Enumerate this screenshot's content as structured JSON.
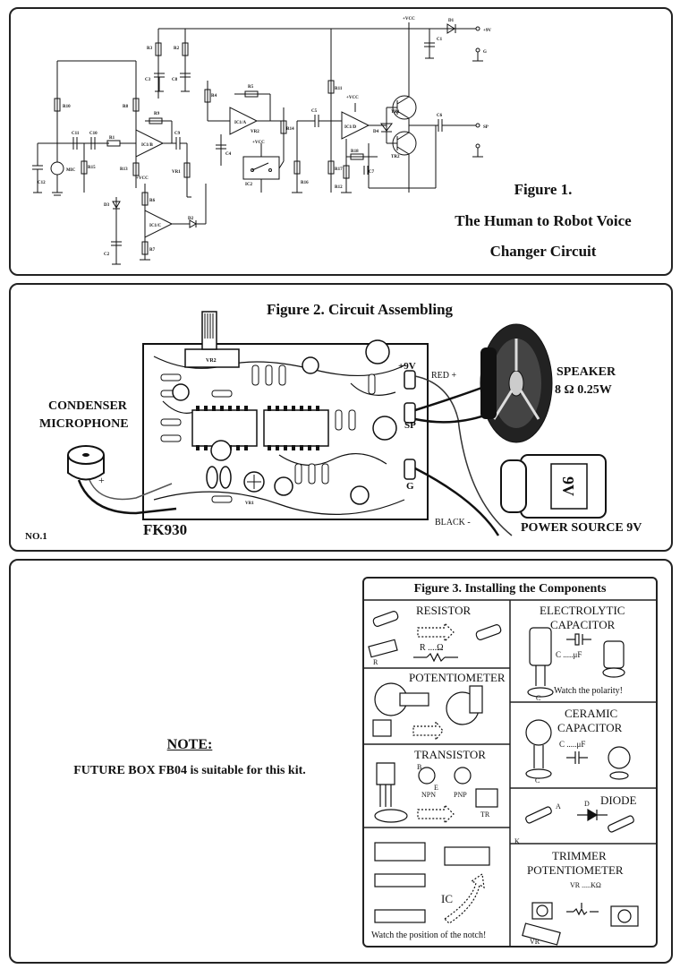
{
  "figure1": {
    "title_line1": "Figure 1.",
    "title_line2": "The Human to Robot Voice",
    "title_line3": "Changer Circuit",
    "labels": {
      "vcc": "+VCC",
      "nine_v": "+9V",
      "sp": "SP",
      "g": "G",
      "mic": "MIC",
      "r1": "R1",
      "r2": "R2",
      "r3": "R3",
      "r4": "R4",
      "r5": "R5",
      "r6": "R6",
      "r7": "R7",
      "r8": "R8",
      "r9": "R9",
      "r10": "R10",
      "r11": "R11",
      "r12": "R12",
      "r13": "R13",
      "r14": "R14",
      "r15": "R15",
      "r16": "R16",
      "r17": "R17",
      "r18": "R18",
      "c1": "C1",
      "c2": "C2",
      "c3": "C3",
      "c4": "C4",
      "c5": "C5",
      "c6": "C6",
      "c7": "C7",
      "c8": "C8",
      "c9": "C9",
      "c10": "C10",
      "c11": "C11",
      "c12": "C12",
      "ic1a": "IC1/A",
      "ic1b": "IC1/B",
      "ic1c": "IC1/C",
      "ic1d": "IC1/D",
      "ic2": "IC2",
      "vr1": "VR1",
      "vr2": "VR2",
      "tr1": "TR1",
      "tr2": "TR2",
      "d1": "D1",
      "d2": "D2",
      "d3": "D3",
      "d4": "D4"
    }
  },
  "figure2": {
    "title": "Figure 2. Circuit Assembling",
    "mic_line1": "CONDENSER",
    "mic_line2": "MICROPHONE",
    "model": "FK930",
    "speaker_line1": "SPEAKER",
    "speaker_ohm": "8 Ω 0.25W",
    "power": "POWER SOURCE 9V",
    "battery_label": "9V",
    "red": "RED +",
    "black": "BLACK -",
    "plus9v": "+9V",
    "sp": "SP",
    "g": "G",
    "plus": "+",
    "no": "NO.1",
    "vr1": "VR1",
    "vr2": "VR2"
  },
  "figure3": {
    "note_title": "NOTE:",
    "note_text": "FUTURE BOX FB04 is suitable for this kit.",
    "title": "Figure 3. Installing the Components",
    "resistor": "RESISTOR",
    "resistor_sym": "R ....Ω",
    "electrolytic_line1": "ELECTROLYTIC",
    "electrolytic_line2": "CAPACITOR",
    "electrolytic_sym": "C .....μF",
    "polarity": "Watch the polarity!",
    "potentiometer": "POTENTIOMETER",
    "ceramic_line1": "CERAMIC",
    "ceramic_line2": "CAPACITOR",
    "ceramic_sym": "C .....μF",
    "transistor": "TRANSISTOR",
    "npn": "NPN",
    "pnp": "PNP",
    "diode": "DIODE",
    "ic": "IC",
    "trimmer_line1": "TRIMMER",
    "trimmer_line2": "POTENTIOMETER",
    "trimmer_sym": "VR .....KΩ",
    "notch": "Watch the position of the notch!",
    "c": "C",
    "r": "R",
    "k": "K",
    "a": "A",
    "tr": "TR",
    "vr": "VR",
    "b": "B",
    "e": "E",
    "d": "D"
  }
}
